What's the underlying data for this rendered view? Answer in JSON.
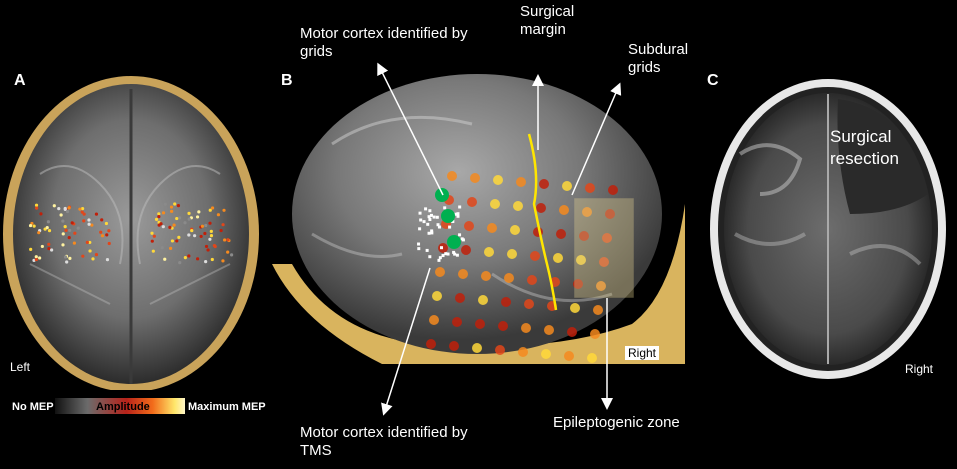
{
  "panels": {
    "a": {
      "letter": "A",
      "side_label": "Left"
    },
    "b": {
      "letter": "B",
      "side_label": "Right"
    },
    "c": {
      "letter": "C",
      "side_label": "Right",
      "resection_label": "Surgical resection"
    }
  },
  "colorbar": {
    "min_label": "No MEP",
    "mid_label": "Amplitude",
    "max_label": "Maximum MEP"
  },
  "annotations": {
    "motor_grids": "Motor cortex identified by grids",
    "surgical_margin": "Surgical margin",
    "subdural_grids": "Subdural grids",
    "motor_tms": "Motor cortex identified by TMS",
    "epileptogenic_zone": "Epileptogenic zone"
  },
  "colors": {
    "background": "#000000",
    "grid_marker": "#00b050",
    "margin_line": "#ffe600",
    "zone_box": "#d8c98a",
    "skin": "#c9a35a",
    "hot_red": "#c0200a",
    "hot_yellow": "#ffd83a"
  }
}
